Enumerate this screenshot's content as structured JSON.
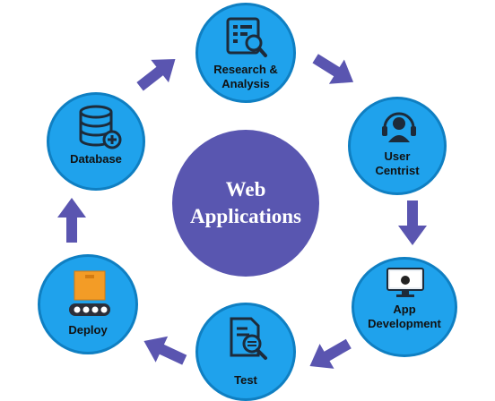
{
  "center": {
    "line1": "Web",
    "line2": "Applications"
  },
  "nodes": {
    "research": {
      "line1": "Research &",
      "line2": "Analysis",
      "icon": "search-document-icon"
    },
    "user": {
      "line1": "User",
      "line2": "Centrist",
      "icon": "user-headset-icon"
    },
    "app": {
      "line1": "App",
      "line2": "Development",
      "icon": "apple-monitor-icon"
    },
    "test": {
      "line1": "Test",
      "icon": "document-magnifier-icon"
    },
    "deploy": {
      "line1": "Deploy",
      "icon": "conveyor-box-icon"
    },
    "database": {
      "line1": "Database",
      "icon": "database-add-icon"
    }
  },
  "colors": {
    "node_fill": "#1fa2ec",
    "center_fill": "#5956b0",
    "arrow": "#5a55b0"
  }
}
